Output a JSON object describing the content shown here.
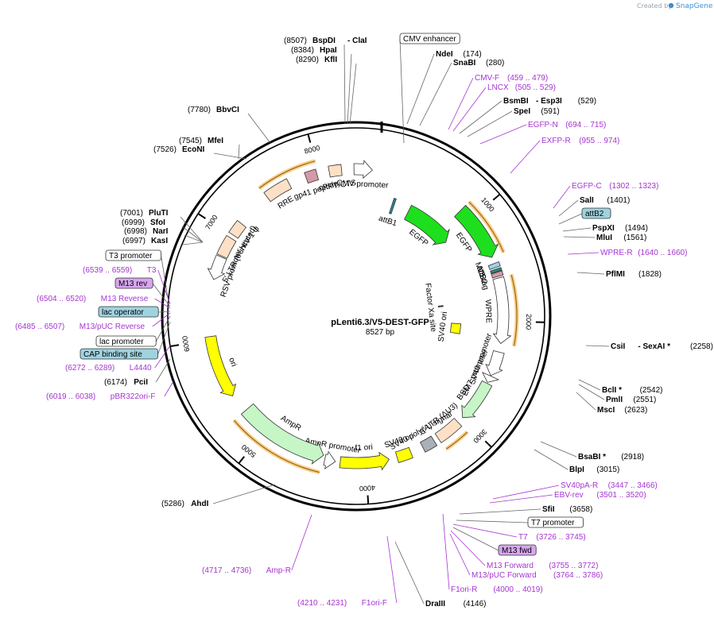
{
  "credit": {
    "prefix": "Created by",
    "brand": "SnapGene"
  },
  "plasmid": {
    "name": "pLenti6.3/V5-DEST-GFP",
    "length": "8527 bp",
    "total_bp": 8527
  },
  "backbone": {
    "outer_ring": "#000000",
    "inner_ring": "#000000"
  },
  "colors": {
    "enzyme": "#000000",
    "primer": "#a535d0",
    "bracket": "#f5a623",
    "egfp": "#1ddf1d",
    "ampr": "#c6f5c6",
    "ori": "#ffff00",
    "promoter_box": "#ffffff",
    "feature_box": "#9fd3e0",
    "m13rev_box": "#d7a6ee"
  },
  "ticks": [
    {
      "bp": 1000,
      "label": "1000"
    },
    {
      "bp": 2000,
      "label": "2000"
    },
    {
      "bp": 3000,
      "label": "3000"
    },
    {
      "bp": 4000,
      "label": "4000"
    },
    {
      "bp": 5000,
      "label": "5000"
    },
    {
      "bp": 6000,
      "label": "6000"
    },
    {
      "bp": 7000,
      "label": "7000"
    },
    {
      "bp": 8000,
      "label": "8000"
    }
  ],
  "features": [
    {
      "name": "RRE",
      "start": 7480,
      "end": 7715,
      "type": "box-label"
    },
    {
      "name": "gp41 peptide",
      "start": 7880,
      "end": 7985,
      "type": "small"
    },
    {
      "name": "cPPT/CTS",
      "start": 8100,
      "end": 8215,
      "type": "box"
    },
    {
      "name": "CMV promoter",
      "start": 8330,
      "end": 8500,
      "type": "arrow-white"
    },
    {
      "name": "EGFP",
      "start": 880,
      "end": 1400,
      "type": "arrow-green"
    },
    {
      "name": "MCS",
      "start": 1460,
      "end": 1500,
      "type": "small-blue"
    },
    {
      "name": "attB2",
      "start": 1515,
      "end": 1540,
      "type": "tag"
    },
    {
      "name": "V5 tag",
      "start": 1545,
      "end": 1585,
      "type": "small"
    },
    {
      "name": "WPRE",
      "start": 1600,
      "end": 2210,
      "type": "arrow-white"
    },
    {
      "name": "SV40 promoter",
      "start": 2290,
      "end": 2520,
      "type": "arrow-white"
    },
    {
      "name": "EM7 promoter",
      "start": 2525,
      "end": 2590,
      "type": "arrow-white"
    },
    {
      "name": "BSD",
      "start": 2600,
      "end": 2990,
      "type": "arrow-green-light"
    },
    {
      "name": "3' LTR (ΔU3)",
      "start": 3050,
      "end": 3285,
      "type": "box"
    },
    {
      "name": "SV40 poly(A) signal",
      "start": 3330,
      "end": 3450,
      "type": "box-gray"
    },
    {
      "name": "SV40 ori",
      "start": 3570,
      "end": 3705,
      "type": "box-yellow"
    },
    {
      "name": "f1 ori",
      "start": 3780,
      "end": 4235,
      "type": "arrow-yellow"
    },
    {
      "name": "AmpR promoter",
      "start": 4280,
      "end": 4380,
      "type": "arrow-white"
    },
    {
      "name": "AmpR",
      "start": 4400,
      "end": 5260,
      "type": "arrow-lightgreen"
    },
    {
      "name": "ori",
      "start": 5440,
      "end": 6030,
      "type": "arrow-yellow"
    },
    {
      "name": "RSV promoter",
      "start": 6560,
      "end": 6780,
      "type": "arrow-white"
    },
    {
      "name": "5' LTR (truncated)",
      "start": 6790,
      "end": 6975,
      "type": "box"
    },
    {
      "name": "HIV-1 ψ",
      "start": 7010,
      "end": 7140,
      "type": "box"
    },
    {
      "name": "EGFP",
      "start": 450,
      "end": 1020,
      "type": "arrow-green-inner"
    },
    {
      "name": "attB1",
      "start": 245,
      "end": 270,
      "type": "small-teal"
    },
    {
      "name": "Factor Xa site",
      "start": 1790,
      "end": 1805,
      "type": "tiny"
    },
    {
      "name": "SV40 ori",
      "start": 2055,
      "end": 2185,
      "type": "box-yellow-inner"
    }
  ],
  "labels": {
    "top_left": [
      {
        "num": "(8507)",
        "name": "BspDI",
        "extra": "- ClaI"
      },
      {
        "num": "(8384)",
        "name": "HpaI"
      },
      {
        "num": "(8290)",
        "name": "KflI"
      },
      {
        "num": "(7780)",
        "name": "BbvCI"
      },
      {
        "num": "(7545)",
        "name": "MfeI"
      },
      {
        "num": "(7526)",
        "name": "EcoNI"
      },
      {
        "num": "(7001)",
        "name": "PluTI"
      },
      {
        "num": "(6999)",
        "name": "SfoI"
      },
      {
        "num": "(6998)",
        "name": "NarI"
      },
      {
        "num": "(6997)",
        "name": "KasI"
      }
    ],
    "left_features": [
      {
        "text": "T3 promoter"
      },
      {
        "text": "(6539 .. 6559)",
        "primer": "T3"
      },
      {
        "text": "M13 rev"
      },
      {
        "text": "(6504 .. 6520)",
        "primer": "M13 Reverse"
      },
      {
        "text": "lac operator"
      },
      {
        "text": "(6485 .. 6507)",
        "primer": "M13/pUC Reverse"
      },
      {
        "text": "lac promoter"
      },
      {
        "text": "CAP binding site"
      },
      {
        "text": "(6272 .. 6289)",
        "primer": "L4440"
      },
      {
        "text": "(6174)",
        "enzyme": "PciI"
      },
      {
        "text": "(6019 .. 6038)",
        "primer": "pBR322ori-F"
      },
      {
        "text": "(5286)",
        "enzyme": "AhdI"
      },
      {
        "text": "(4717 .. 4736)",
        "primer": "Amp-R"
      },
      {
        "text": "(4210 .. 4231)",
        "primer": "F1ori-F"
      }
    ],
    "top_right": [
      {
        "text": "CMV enhancer"
      },
      {
        "enzyme": "NdeI",
        "num": "(174)"
      },
      {
        "enzyme": "SnaBI",
        "num": "(280)"
      },
      {
        "primer": "CMV-F",
        "num": "(459 .. 479)"
      },
      {
        "primer": "LNCX",
        "num": "(505 .. 529)"
      },
      {
        "enzyme": "BsmBI",
        "extra": "- Esp3I",
        "num": "(529)"
      },
      {
        "enzyme": "SpeI",
        "num": "(591)"
      },
      {
        "primer": "EGFP-N",
        "num": "(694 .. 715)"
      },
      {
        "primer": "EXFP-R",
        "num": "(955 .. 974)"
      },
      {
        "primer": "EGFP-C",
        "num": "(1302 .. 1323)"
      },
      {
        "enzyme": "SalI",
        "num": "(1401)"
      },
      {
        "text": "attB2"
      },
      {
        "enzyme": "PspXI",
        "num": "(1494)"
      },
      {
        "enzyme": "MluI",
        "num": "(1561)"
      },
      {
        "primer": "WPRE-R",
        "num": "(1640 .. 1660)"
      },
      {
        "enzyme": "PflMI",
        "num": "(1828)"
      },
      {
        "enzyme": "CsiI",
        "extra": "- SexAI *",
        "num": "(2258)"
      },
      {
        "enzyme": "BclI *",
        "num": "(2542)"
      },
      {
        "enzyme": "PmlI",
        "num": "(2551)"
      },
      {
        "enzyme": "MscI",
        "num": "(2623)"
      },
      {
        "enzyme": "BsaBI *",
        "num": "(2918)"
      },
      {
        "enzyme": "BlpI",
        "num": "(3015)"
      },
      {
        "primer": "SV40pA-R",
        "num": "(3447 .. 3466)"
      },
      {
        "primer": "EBV-rev",
        "num": "(3501 .. 3520)"
      },
      {
        "enzyme": "SfiI",
        "num": "(3658)"
      },
      {
        "text": "T7 promoter"
      },
      {
        "primer": "T7",
        "num": "(3726 .. 3745)"
      },
      {
        "text": "M13 fwd"
      },
      {
        "primer": "M13 Forward",
        "num": "(3755 .. 3772)"
      },
      {
        "primer": "M13/pUC Forward",
        "num": "(3764 .. 3786)"
      },
      {
        "primer": "F1ori-R",
        "num": "(4000 .. 4019)"
      },
      {
        "enzyme": "DraIII",
        "num": "(4146)"
      }
    ]
  }
}
